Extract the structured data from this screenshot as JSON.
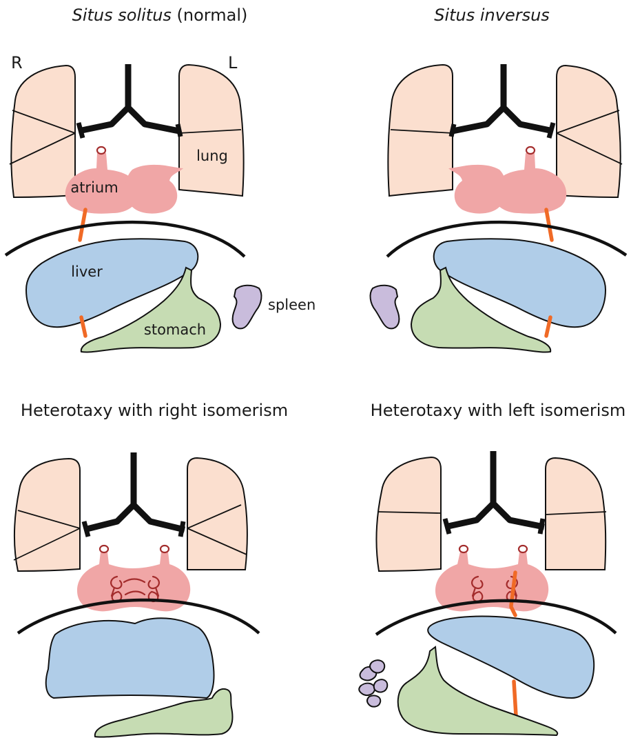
{
  "panels": {
    "situs_solitus": {
      "title_italic": "Situs solitus",
      "title_rest": " (normal)",
      "side_right": "R",
      "side_left": "L",
      "labels": {
        "lung": "lung",
        "atrium": "atrium",
        "liver": "liver",
        "stomach": "stomach",
        "spleen": "spleen"
      }
    },
    "situs_inversus": {
      "title_italic": "Situs inversus"
    },
    "right_isomerism": {
      "title": "Heterotaxy with right isomerism"
    },
    "left_isomerism": {
      "title": "Heterotaxy with left isomerism"
    }
  },
  "colors": {
    "lung": "#fbdfcf",
    "atrium": "#f0a6a6",
    "liver": "#b0cde8",
    "stomach": "#c6dcb3",
    "spleen": "#c9bcdc",
    "vena_cava": "#f06a26",
    "airway": "#111111"
  }
}
